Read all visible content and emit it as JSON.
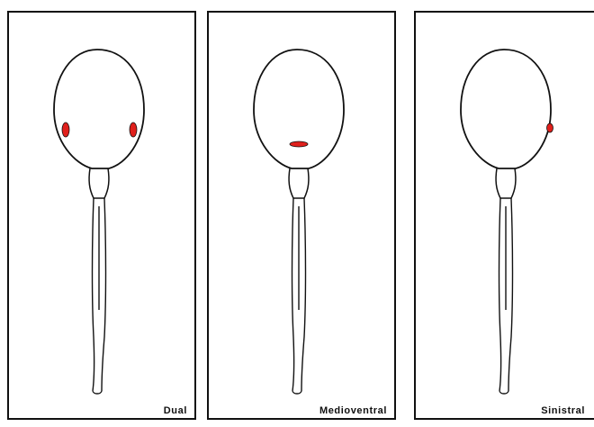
{
  "panels": [
    {
      "label": "Dual",
      "marker_color": "#e0201c"
    },
    {
      "label": "Medioventral",
      "marker_color": "#e0201c"
    },
    {
      "label": "Sinistral",
      "marker_color": "#e0201c"
    }
  ]
}
